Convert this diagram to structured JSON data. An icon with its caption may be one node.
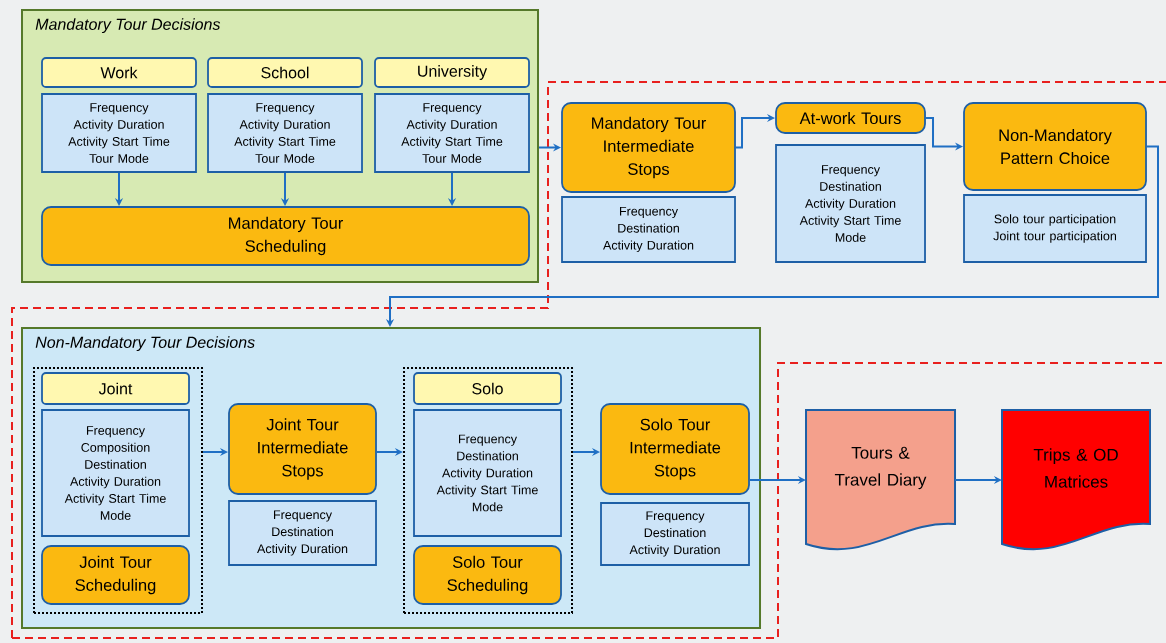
{
  "diagram": {
    "nodes": [
      {
        "text": [
          "Mandatory Tour Decisions"
        ]
      },
      {
        "text": [
          "Work"
        ],
        "in": 0
      },
      {
        "text": [
          "Frequency",
          "Activity Duration",
          "Activity Start Time",
          "Tour Mode"
        ],
        "in": 0
      },
      {
        "text": [
          "School"
        ],
        "in": 0
      },
      {
        "text": [
          "Frequency",
          "Activity Duration",
          "Activity Start Time",
          "Tour Mode"
        ],
        "in": 0
      },
      {
        "text": [
          "University"
        ],
        "in": 0
      },
      {
        "text": [
          "Frequency",
          "Activity Duration",
          "Activity Start Time",
          "Tour Mode"
        ],
        "in": 0
      },
      {
        "text": [
          "Mandatory Tour Scheduling"
        ],
        "in": 0
      },
      {
        "text": [
          "Mandatory Tour Intermediate Stops"
        ]
      },
      {
        "text": [
          "Frequency",
          "Destination",
          "Activity Duration"
        ]
      },
      {
        "text": [
          "At-work Tours"
        ]
      },
      {
        "text": [
          "Frequency",
          "Destination",
          "Activity Duration",
          "Activity Start Time",
          "Mode"
        ]
      },
      {
        "text": [
          "Non-Mandatory Pattern Choice"
        ]
      },
      {
        "text": [
          "Solo tour participation",
          "Joint tour participation"
        ]
      },
      {
        "text": [
          "Non-Mandatory Tour Decisions"
        ]
      },
      {
        "text": [],
        "shape": "box",
        "in": 14
      },
      {
        "text": [
          "Joint"
        ],
        "in": 15
      },
      {
        "text": [
          "Frequency",
          "Composition",
          "Destination",
          "Activity Duration",
          "Activity Start Time",
          "Mode"
        ],
        "in": 15
      },
      {
        "text": [
          "Joint Tour Scheduling"
        ],
        "in": 15
      },
      {
        "text": [
          "Joint Tour Intermediate Stops"
        ],
        "in": 14
      },
      {
        "text": [
          "Frequency",
          "Destination",
          "Activity Duration"
        ],
        "in": 14
      },
      {
        "text": [],
        "shape": "box",
        "in": 14
      },
      {
        "text": [
          "Solo"
        ],
        "in": 21
      },
      {
        "text": [
          "Frequency",
          "Destination",
          "Activity Duration",
          "Activity Start Time",
          "Mode"
        ],
        "in": 21
      },
      {
        "text": [
          "Solo Tour Scheduling"
        ],
        "in": 21
      },
      {
        "text": [
          "Solo Tour Intermediate Stops"
        ],
        "in": 14
      },
      {
        "text": [
          "Frequency",
          "Destination",
          "Activity Duration"
        ],
        "in": 14
      },
      {
        "text": [
          "Tours & Travel Diary"
        ]
      },
      {
        "text": [
          "Trips & OD Matrices"
        ]
      }
    ],
    "edges": [
      {
        "from": 2,
        "to": 7,
        "arrow": "to"
      },
      {
        "from": 4,
        "to": 7,
        "arrow": "to"
      },
      {
        "from": 6,
        "to": 7,
        "arrow": "to"
      },
      {
        "from": 0,
        "to": 8,
        "arrow": "to"
      },
      {
        "from": 8,
        "to": 10,
        "arrow": "to"
      },
      {
        "from": 10,
        "to": 12,
        "arrow": "to"
      },
      {
        "from": 12,
        "to": 14,
        "arrow": "to"
      },
      {
        "from": 15,
        "to": 19,
        "arrow": "to"
      },
      {
        "from": 19,
        "to": 21,
        "arrow": "to"
      },
      {
        "from": 21,
        "to": 25,
        "arrow": "to"
      },
      {
        "from": 25,
        "to": 27,
        "arrow": "to"
      },
      {
        "from": 27,
        "to": 28,
        "arrow": "to"
      }
    ]
  }
}
